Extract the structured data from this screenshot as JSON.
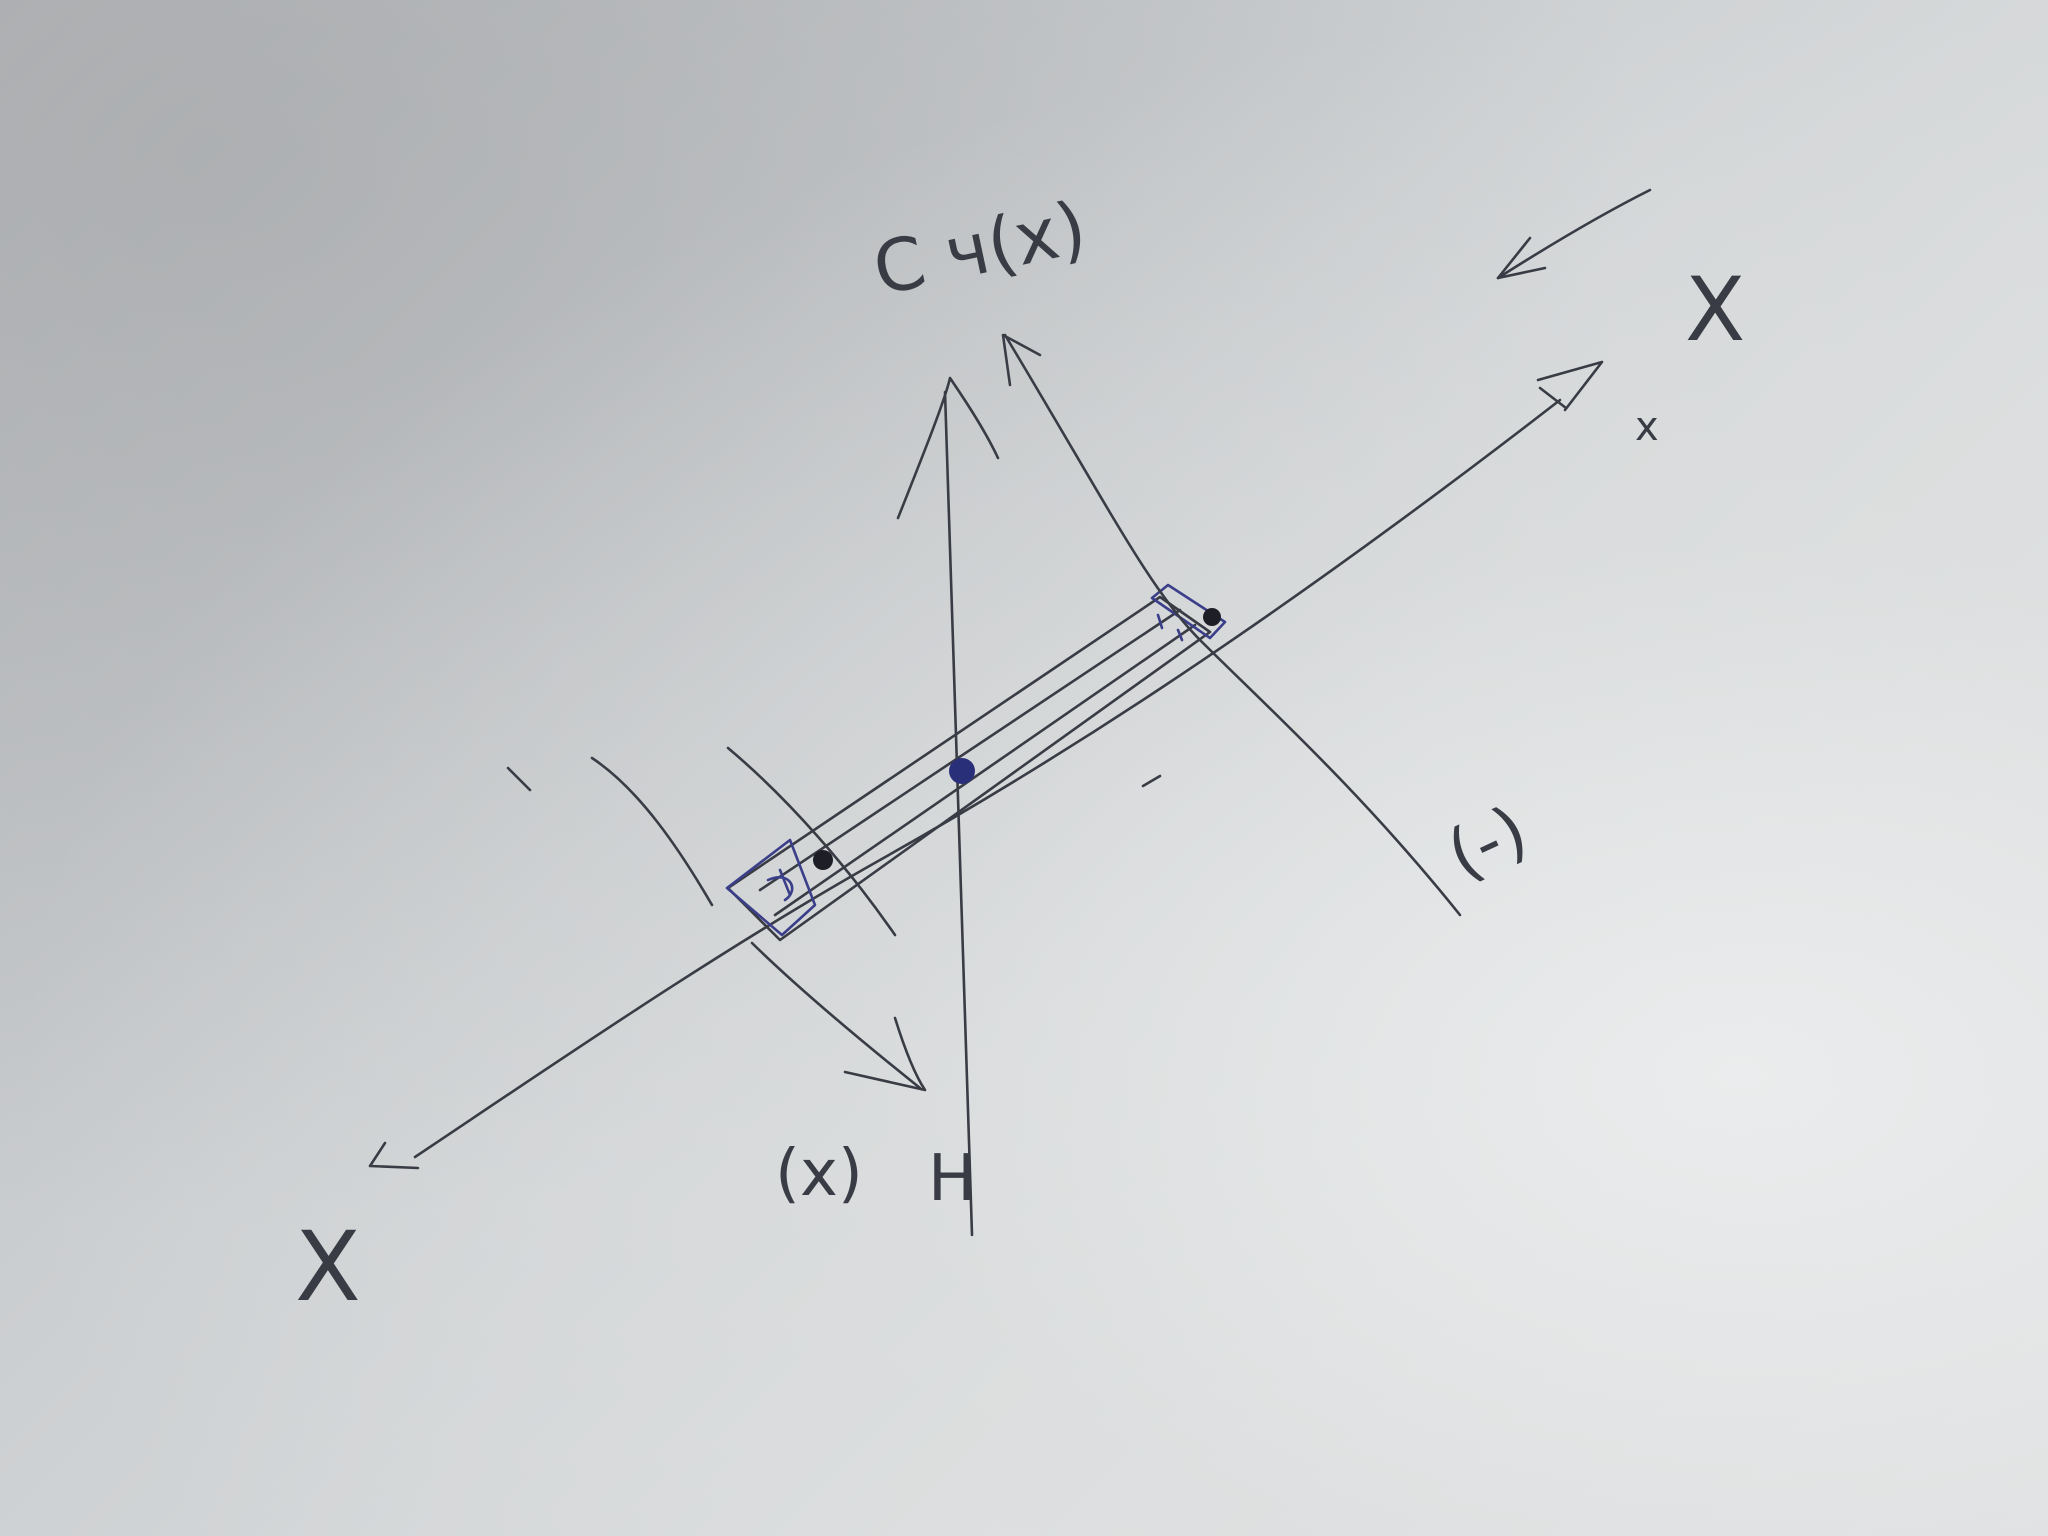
{
  "labels": {
    "top": "C ч(x)",
    "right_top": "X",
    "right_small": "x",
    "bottom_left": "X",
    "bottom_mid_paren": "(x)",
    "bottom_mid_H": "H",
    "right_paren": "(-)"
  }
}
